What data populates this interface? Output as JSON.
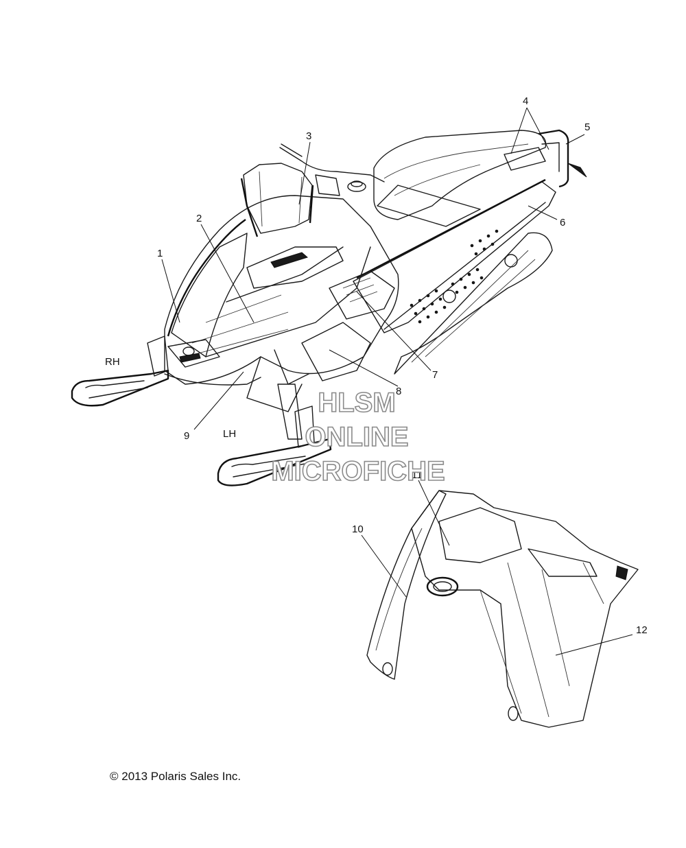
{
  "callouts": {
    "c1": "1",
    "c2": "2",
    "c3": "3",
    "c4": "4",
    "c5": "5",
    "c6": "6",
    "c7": "7",
    "c8": "8",
    "c9": "9",
    "c10": "10",
    "c11": "11",
    "c12": "12"
  },
  "sides": {
    "rh": "RH",
    "lh": "LH"
  },
  "watermark": {
    "line1": "HLSM",
    "line2": "ONLINE",
    "line3": "MICROFICHE"
  },
  "copyright": "© 2013 Polaris Sales Inc."
}
